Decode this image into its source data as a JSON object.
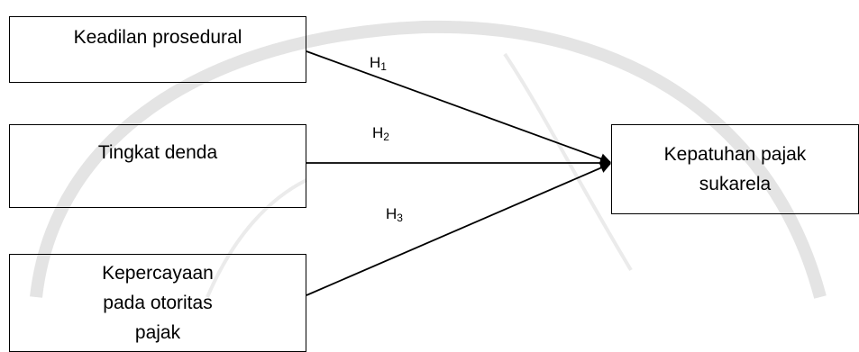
{
  "diagram": {
    "nodes": {
      "keadilan": "Keadilan prosedural",
      "denda": "Tingkat denda",
      "kepercayaan": "Kepercayaan pada otoritas pajak",
      "kepatuhan": "Kepatuhan pajak sukarela"
    },
    "hypotheses": {
      "h1": {
        "letter": "H",
        "sub": "1"
      },
      "h2": {
        "letter": "H",
        "sub": "2"
      },
      "h3": {
        "letter": "H",
        "sub": "3"
      }
    },
    "edges": [
      {
        "from": "keadilan",
        "to": "kepatuhan",
        "label": "H1"
      },
      {
        "from": "denda",
        "to": "kepatuhan",
        "label": "H2"
      },
      {
        "from": "kepercayaan",
        "to": "kepatuhan",
        "label": "H3"
      }
    ]
  }
}
